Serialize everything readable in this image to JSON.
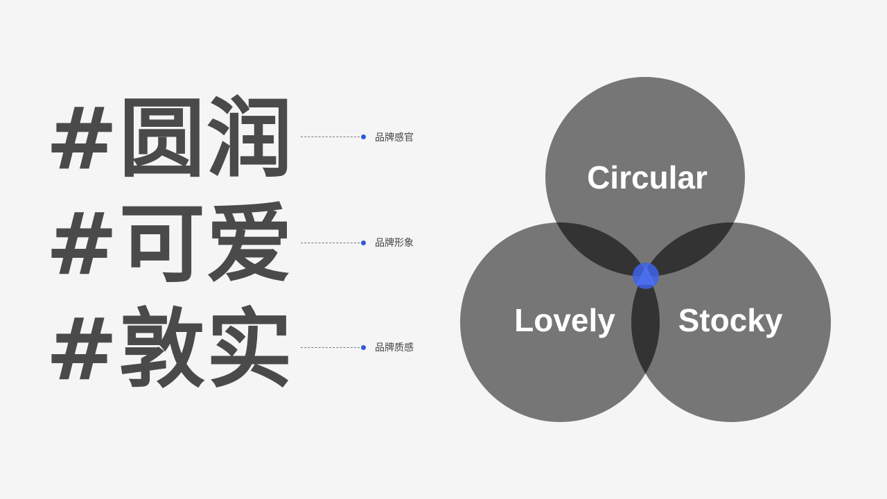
{
  "hashtags": [
    {
      "text": "#圆润",
      "caption": "品牌感官"
    },
    {
      "text": "#可爱",
      "caption": "品牌形象"
    },
    {
      "text": "#敦实",
      "caption": "品牌质感"
    }
  ],
  "venn": {
    "sets": [
      {
        "label": "Circular"
      },
      {
        "label": "Lovely"
      },
      {
        "label": "Stocky"
      }
    ],
    "colors": {
      "circle": "#5a5a5a",
      "overlap": "#333333",
      "center": "#3f63e8",
      "accent_dot": "#2d5ad8",
      "background": "#f5f5f5"
    }
  }
}
